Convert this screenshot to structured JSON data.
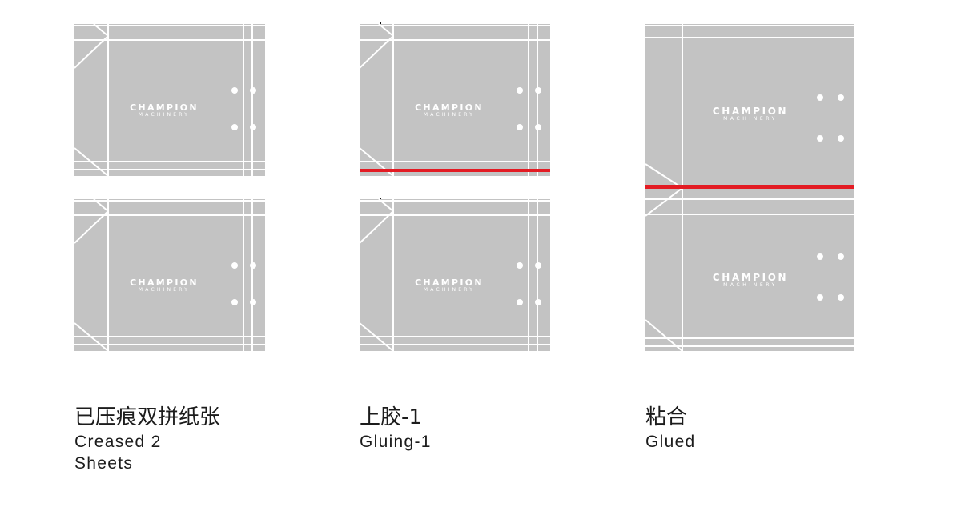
{
  "logo": {
    "line1": "CHAMPION",
    "line2": "MACHINERY"
  },
  "colors": {
    "sheet": "#c3c3c3",
    "crease": "#ffffff",
    "glue": "#e31b23",
    "caption": "#1c1c1c"
  },
  "steps": [
    {
      "title_zh": "已压痕双拼纸张",
      "title_en": "Creased 2\nSheets"
    },
    {
      "title_zh": "上胶-1",
      "title_en": "Gluing-1"
    },
    {
      "title_zh": "粘合",
      "title_en": "Glued"
    }
  ]
}
